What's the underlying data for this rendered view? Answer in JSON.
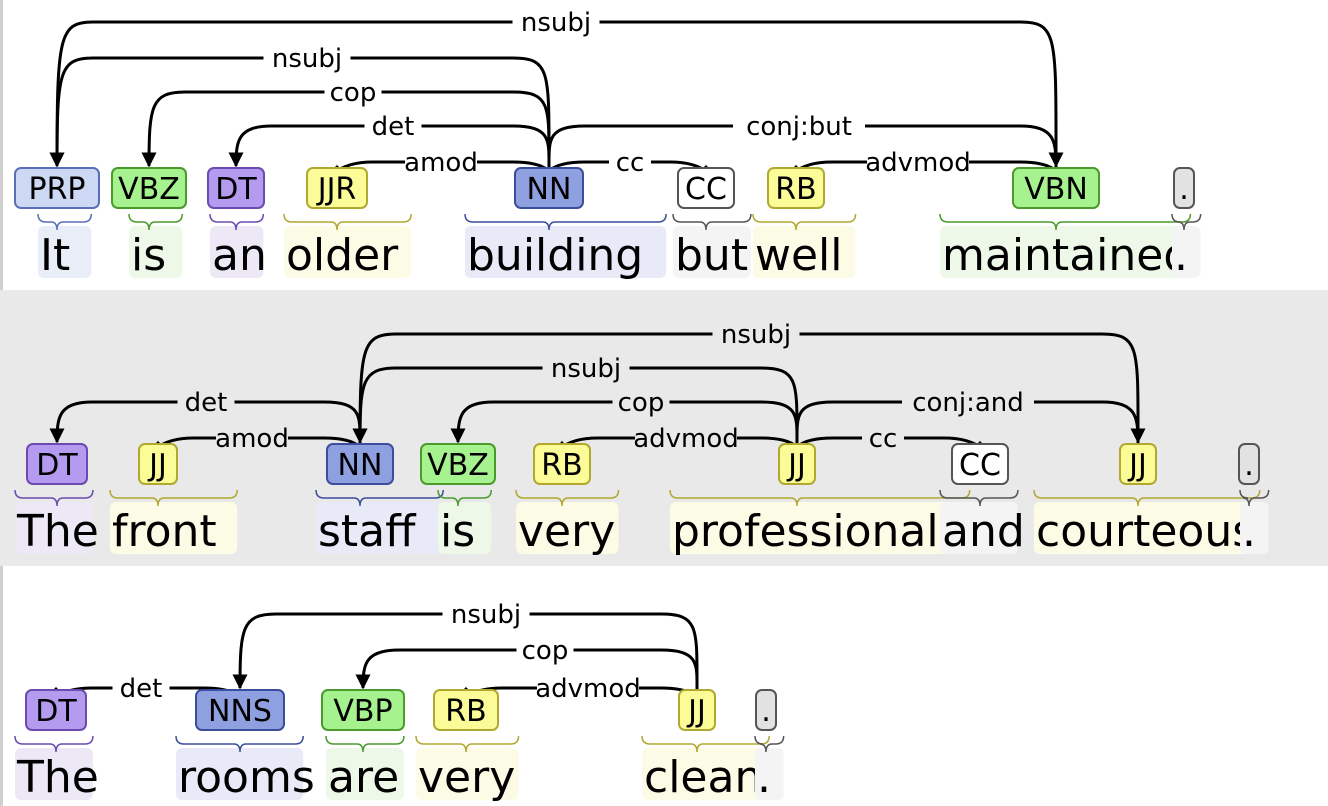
{
  "palette": {
    "PRP": {
      "fill": "#ccd8f4",
      "stroke": "#5a6fb8",
      "under": "#e8edf8"
    },
    "VBZ": {
      "fill": "#a6f28e",
      "stroke": "#4b9a2c",
      "under": "#edf8e8"
    },
    "VBN": {
      "fill": "#a6f28e",
      "stroke": "#4b9a2c",
      "under": "#edf8e8"
    },
    "VBP": {
      "fill": "#a6f28e",
      "stroke": "#4b9a2c",
      "under": "#edf8e8"
    },
    "DT": {
      "fill": "#b49bf0",
      "stroke": "#6a4bb0",
      "under": "#ece8f6"
    },
    "JJR": {
      "fill": "#fbfb98",
      "stroke": "#b0a830",
      "under": "#fbfbe6"
    },
    "JJ": {
      "fill": "#fbfb98",
      "stroke": "#b0a830",
      "under": "#fbfbe6"
    },
    "RB": {
      "fill": "#fbfb98",
      "stroke": "#b0a830",
      "under": "#fbfbe6"
    },
    "NN": {
      "fill": "#8fa0e0",
      "stroke": "#3a4e9c",
      "under": "#e8eaf8"
    },
    "NNS": {
      "fill": "#8fa0e0",
      "stroke": "#3a4e9c",
      "under": "#e8eaf8"
    },
    "CC": {
      "fill": "#ffffff",
      "stroke": "#555555",
      "under": "#f4f4f4"
    },
    ".": {
      "fill": "#e2e2e2",
      "stroke": "#555555",
      "under": "#f4f4f4"
    }
  },
  "sentences": [
    {
      "shaded": false,
      "tokens": [
        {
          "tag": "PRP",
          "word": "It"
        },
        {
          "tag": "VBZ",
          "word": "is"
        },
        {
          "tag": "DT",
          "word": "an"
        },
        {
          "tag": "JJR",
          "word": "older"
        },
        {
          "tag": "NN",
          "word": "building"
        },
        {
          "tag": "CC",
          "word": "but"
        },
        {
          "tag": "RB",
          "word": "well"
        },
        {
          "tag": "VBN",
          "word": "maintained"
        },
        {
          "tag": ".",
          "word": "."
        }
      ],
      "arcs": [
        {
          "from": 4,
          "to": 0,
          "label": "nsubj"
        },
        {
          "from": 4,
          "to": 1,
          "label": "cop"
        },
        {
          "from": 4,
          "to": 2,
          "label": "det"
        },
        {
          "from": 4,
          "to": 3,
          "label": "amod"
        },
        {
          "from": 4,
          "to": 5,
          "label": "cc"
        },
        {
          "from": 4,
          "to": 7,
          "label": "conj:but"
        },
        {
          "from": 7,
          "to": 6,
          "label": "advmod"
        },
        {
          "from": 7,
          "to": 0,
          "label": "nsubj"
        }
      ]
    },
    {
      "shaded": true,
      "tokens": [
        {
          "tag": "DT",
          "word": "The"
        },
        {
          "tag": "JJ",
          "word": "front"
        },
        {
          "tag": "NN",
          "word": "staff"
        },
        {
          "tag": "VBZ",
          "word": "is"
        },
        {
          "tag": "RB",
          "word": "very"
        },
        {
          "tag": "JJ",
          "word": "professional"
        },
        {
          "tag": "CC",
          "word": "and"
        },
        {
          "tag": "JJ",
          "word": "courteous"
        },
        {
          "tag": ".",
          "word": "."
        }
      ],
      "arcs": [
        {
          "from": 2,
          "to": 0,
          "label": "det"
        },
        {
          "from": 2,
          "to": 1,
          "label": "amod"
        },
        {
          "from": 5,
          "to": 2,
          "label": "nsubj"
        },
        {
          "from": 5,
          "to": 3,
          "label": "cop"
        },
        {
          "from": 5,
          "to": 4,
          "label": "advmod"
        },
        {
          "from": 5,
          "to": 6,
          "label": "cc"
        },
        {
          "from": 5,
          "to": 7,
          "label": "conj:and"
        },
        {
          "from": 7,
          "to": 2,
          "label": "nsubj"
        }
      ]
    },
    {
      "shaded": false,
      "tokens": [
        {
          "tag": "DT",
          "word": "The"
        },
        {
          "tag": "NNS",
          "word": "rooms"
        },
        {
          "tag": "VBP",
          "word": "are"
        },
        {
          "tag": "RB",
          "word": "very"
        },
        {
          "tag": "JJ",
          "word": "clean"
        },
        {
          "tag": ".",
          "word": "."
        }
      ],
      "arcs": [
        {
          "from": 1,
          "to": 0,
          "label": "det"
        },
        {
          "from": 4,
          "to": 1,
          "label": "nsubj"
        },
        {
          "from": 4,
          "to": 2,
          "label": "cop"
        },
        {
          "from": 4,
          "to": 3,
          "label": "advmod"
        }
      ]
    }
  ]
}
